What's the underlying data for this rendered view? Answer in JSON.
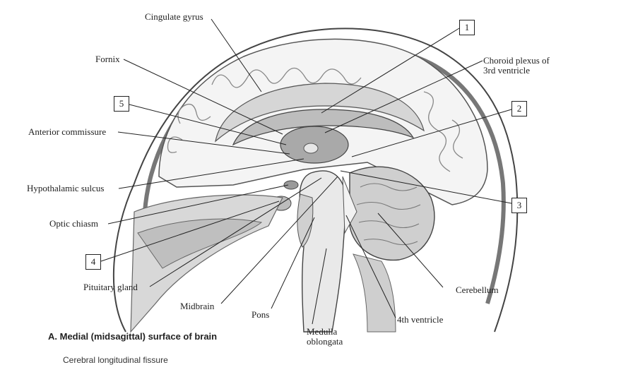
{
  "labels": {
    "cingulate_gyrus": "Cingulate gyrus",
    "fornix": "Fornix",
    "anterior_commissure": "Anterior commissure",
    "hypothalamic_sulcus": "Hypothalamic sulcus",
    "optic_chiasm": "Optic chiasm",
    "pituitary_gland": "Pituitary gland",
    "midbrain": "Midbrain",
    "pons": "Pons",
    "medulla_line1": "Medulla",
    "medulla_line2": "oblongata",
    "choroid_line1": "Choroid plexus of",
    "choroid_line2": "3rd ventricle",
    "ventricle4": "4th ventricle",
    "cerebellum": "Cerebellum"
  },
  "numbered_boxes": [
    "1",
    "2",
    "3",
    "4",
    "5"
  ],
  "caption": "A. Medial (midsagittal) surface of brain",
  "next_item": "Cerebral longitudinal fissure"
}
